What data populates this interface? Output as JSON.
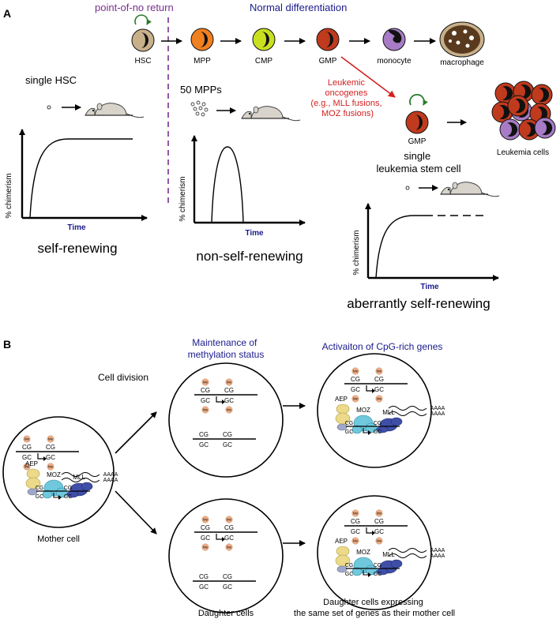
{
  "panelA": {
    "label": "A",
    "point_of_no_return": "point-of-no return",
    "normal_differentiation": "Normal differentiation",
    "cells": {
      "hsc": "HSC",
      "mpp": "MPP",
      "cmp": "CMP",
      "gmp": "GMP",
      "monocyte": "monocyte",
      "macrophage": "macrophage"
    },
    "single_hsc": "single HSC",
    "fifty_mpps": "50 MPPs",
    "oncogene_lines": [
      "Leukemic",
      "oncogenes",
      "(e.g., MLL fusions,",
      "MOZ fusions)"
    ],
    "leukemic_gmp": "GMP",
    "lsc_lines": [
      "single",
      "leukemia stem cell"
    ],
    "leukemia_cells": "Leukemia cells",
    "graph_ylabel": "% chimerism",
    "graph_xlabel": "Time",
    "graph1_caption": "self-renewing",
    "graph2_caption": "non-self-renewing",
    "graph3_caption": "aberrantly self-renewing",
    "colors": {
      "purple": "#7a2f8f",
      "navy": "#1a1a8c",
      "red": "#d42020",
      "hsc_fill": "#c8b08a",
      "mpp_fill": "#f08020",
      "cmp_fill": "#c8e020",
      "gmp_fill": "#c03a1e",
      "mono_fill": "#a77bc5",
      "mac_fill": "#5a3a1e",
      "mouse_fill": "#d8d4cc"
    }
  },
  "panelB": {
    "label": "B",
    "maintenance_lines": [
      "Maintenance of",
      "methylation status"
    ],
    "activation": "Activaiton of CpG-rich genes",
    "cell_division": "Cell division",
    "mother_cell": "Mother cell",
    "daughter_cells": "Daughter cells",
    "daughter_expressing_lines": [
      "Daughter cells expressing",
      "the same set of genes as their mother cell"
    ],
    "dna": {
      "cg": "CG",
      "gc": "GC",
      "me": "Me"
    },
    "proteins": {
      "aep": "AEP",
      "moz": "MOZ",
      "mll": "MLL"
    },
    "polya": "AAAA",
    "colors": {
      "me_fill": "#f2b38a",
      "aep_fill": "#ecd98a",
      "moz_fill": "#6fc8dc",
      "mll_fill": "#3f4fa8",
      "small_blue": "#9fa8c8"
    }
  }
}
